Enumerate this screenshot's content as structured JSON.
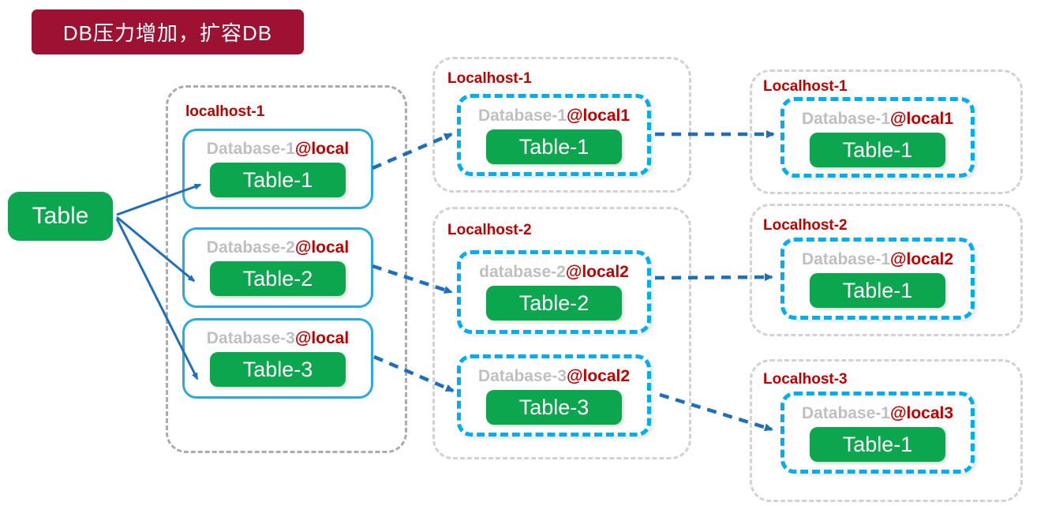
{
  "banner": {
    "label": "DB压力增加，扩容DB"
  },
  "source_table": {
    "label": "Table"
  },
  "stage1": {
    "hosts": [
      {
        "title": "localhost-1",
        "databases": [
          {
            "name": "Database-1",
            "location": "@local",
            "table": "Table-1"
          },
          {
            "name": "Database-2",
            "location": "@local",
            "table": "Table-2"
          },
          {
            "name": "Database-3",
            "location": "@local",
            "table": "Table-3"
          }
        ]
      }
    ]
  },
  "stage2": {
    "hosts": [
      {
        "title": "Localhost-1",
        "databases": [
          {
            "name": "Database-1",
            "location": "@local1",
            "table": "Table-1"
          }
        ]
      },
      {
        "title": "Localhost-2",
        "databases": [
          {
            "name": "database-2",
            "location": "@local2",
            "table": "Table-2"
          },
          {
            "name": "Database-3",
            "location": "@local2",
            "table": "Table-3"
          }
        ]
      }
    ]
  },
  "stage3": {
    "hosts": [
      {
        "title": "Localhost-1",
        "databases": [
          {
            "name": "Database-1",
            "location": "@local1",
            "table": "Table-1"
          }
        ]
      },
      {
        "title": "Localhost-2",
        "databases": [
          {
            "name": "Database-1",
            "location": "@local2",
            "table": "Table-1"
          }
        ]
      },
      {
        "title": "Localhost-3",
        "databases": [
          {
            "name": "Database-1",
            "location": "@local3",
            "table": "Table-1"
          }
        ]
      }
    ]
  },
  "colors": {
    "banner_bg": "#9D1233",
    "title_red": "#C00000",
    "database_name_gray": "#BFBFBF",
    "table_green": "#0CA64F",
    "solid_box_cyan": "#29ABE2",
    "dashed_box_cyan": "#00AEEF",
    "host_border_gray": "#ABABAB",
    "host_border_gray_light": "#D2D2D2",
    "arrow_blue": "#1E6FBA"
  }
}
